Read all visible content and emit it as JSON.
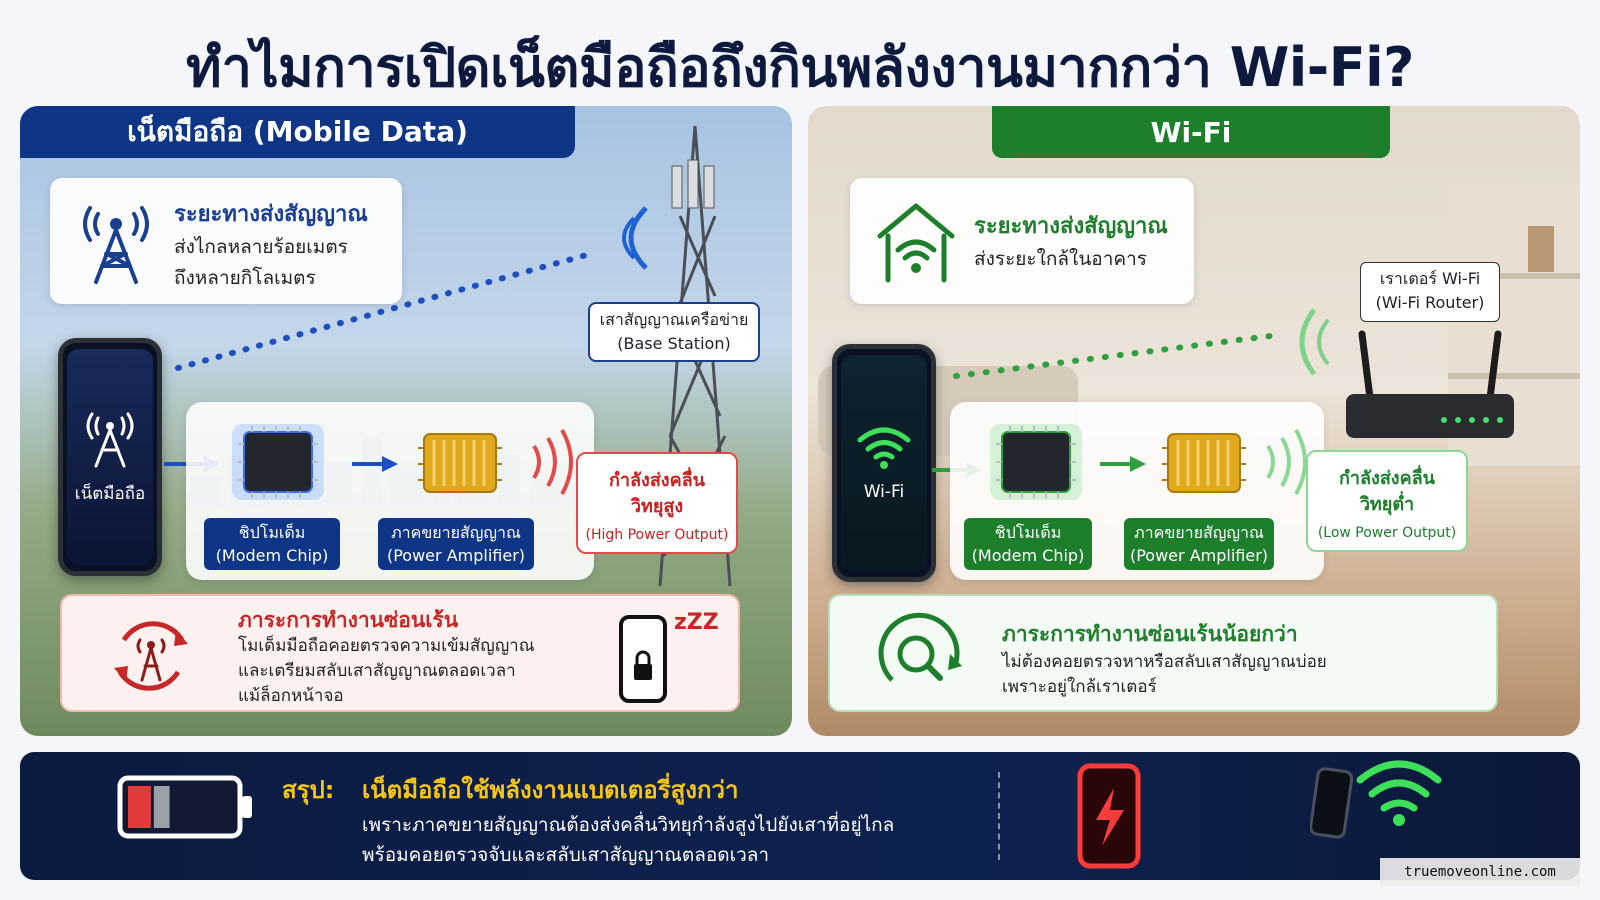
{
  "title": "ทำไมการเปิดเน็ตมือถือถึงกินพลังงานมากกว่า Wi-Fi?",
  "mobile": {
    "tab": "เน็ตมือถือ (Mobile Data)",
    "distance_heading": "ระยะทางส่งสัญญาณ",
    "distance_line1": "ส่งไกลหลายร้อยเมตร",
    "distance_line2": "ถึงหลายกิโลเมตร",
    "tower_line1": "เสาสัญญาณเครือข่าย",
    "tower_line2": "(Base Station)",
    "phone_label": "เน็ตมือถือ",
    "chip_line1": "ชิปโมเด็ม",
    "chip_line2": "(Modem Chip)",
    "amp_line1": "ภาคขยายสัญญาณ",
    "amp_line2": "(Power Amplifier)",
    "power_line1": "กำลังส่งคลื่น",
    "power_line2": "วิทยุสูง",
    "power_line3": "(High Power Output)",
    "bg_heading": "ภาระการทำงานซ่อนเร้น",
    "bg_line1": "โมเด็มมือถือคอยตรวจความเข้มสัญญาณ",
    "bg_line2": "และเตรียมสลับเสาสัญญาณตลอดเวลา",
    "bg_line3": "แม้ล็อกหน้าจอ",
    "sleep_text": "zZZ"
  },
  "wifi": {
    "tab": "Wi-Fi",
    "distance_heading": "ระยะทางส่งสัญญาณ",
    "distance_line1": "ส่งระยะใกล้ในอาคาร",
    "router_line1": "เราเตอร์ Wi-Fi",
    "router_line2": "(Wi-Fi Router)",
    "phone_label": "Wi-Fi",
    "chip_line1": "ชิปโมเด็ม",
    "chip_line2": "(Modem Chip)",
    "amp_line1": "ภาคขยายสัญญาณ",
    "amp_line2": "(Power Amplifier)",
    "power_line1": "กำลังส่งคลื่น",
    "power_line2": "วิทยุต่ำ",
    "power_line3": "(Low Power Output)",
    "bg_heading": "ภาระการทำงานซ่อนเร้นน้อยกว่า",
    "bg_line1": "ไม่ต้องคอยตรวจหาหรือสลับเสาสัญญาณบ่อย",
    "bg_line2": "เพราะอยู่ใกล้เราเตอร์"
  },
  "summary": {
    "label": "สรุป:",
    "heading": "เน็ตมือถือใช้พลังงานแบตเตอรี่สูงกว่า",
    "line1": "เพราะภาคขยายสัญญาณต้องส่งคลื่นวิทยุกำลังสูงไปยังเสาที่อยู่ไกล",
    "line2": "พร้อมคอยตรวจจับและสลับเสาสัญญาณตลอดเวลา",
    "battery_level": 0.4
  },
  "watermark": "truemoveonline.com",
  "colors": {
    "mobile_blue": "#0e3586",
    "wifi_green": "#1d7f2c",
    "high_power_red": "#d62828",
    "summary_yellow": "#f5c518",
    "chip_gold": "#e0a81c"
  },
  "icons": [
    "tower-signal-icon",
    "house-wifi-icon",
    "wifi-icon",
    "modem-chip-icon",
    "power-amplifier-icon",
    "refresh-tower-icon",
    "search-refresh-icon",
    "locked-phone-icon",
    "battery-icon",
    "charging-phone-icon"
  ]
}
